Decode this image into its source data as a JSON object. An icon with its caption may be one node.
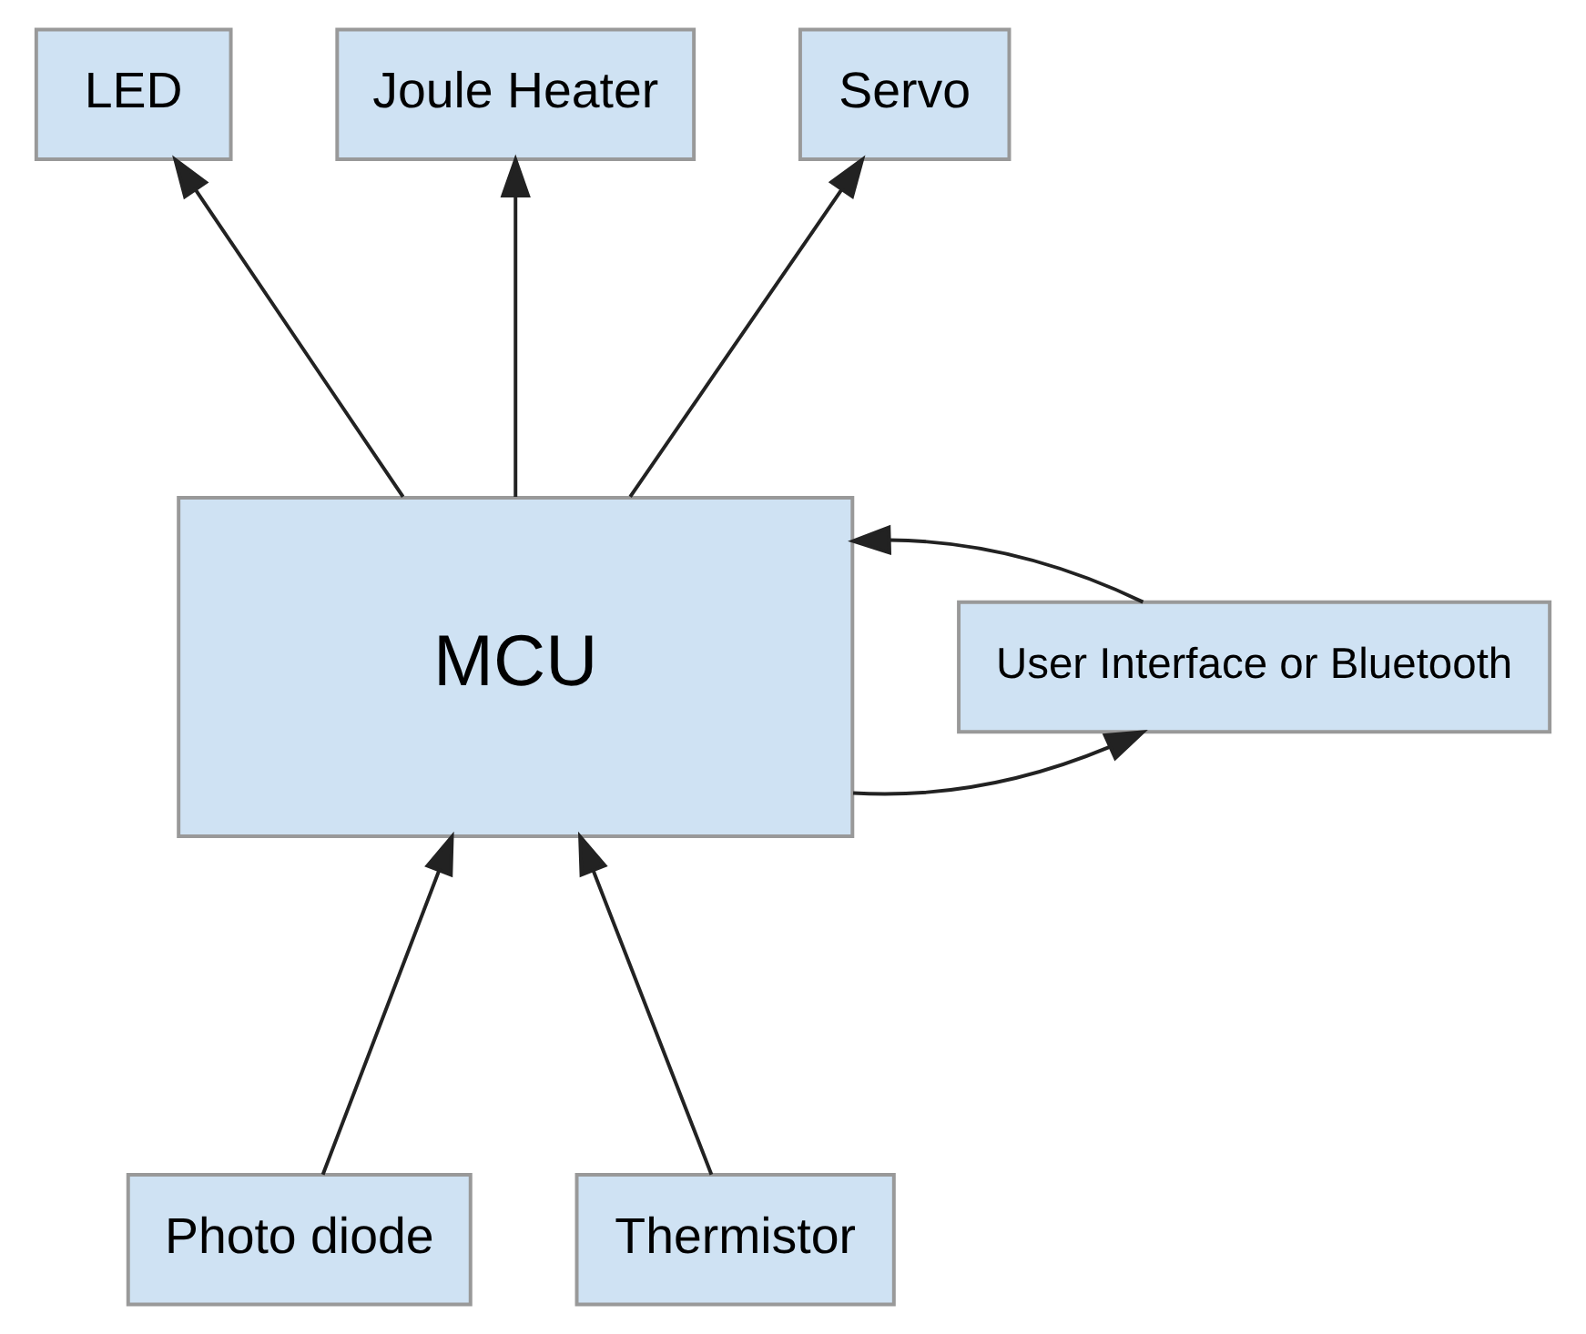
{
  "diagram": {
    "nodes": [
      {
        "text": [
          "LED"
        ]
      },
      {
        "text": [
          "Joule Heater"
        ]
      },
      {
        "text": [
          "Servo"
        ]
      },
      {
        "text": [
          "User Interface or Bluetooth"
        ]
      },
      {
        "text": [
          "MCU"
        ]
      },
      {
        "text": [
          "Photo diode"
        ]
      },
      {
        "text": [
          "Thermistor"
        ]
      }
    ],
    "edges": [
      {
        "from": 4,
        "to": 0,
        "arrow": "to"
      },
      {
        "from": 4,
        "to": 1,
        "arrow": "to"
      },
      {
        "from": 4,
        "to": 2,
        "arrow": "to"
      },
      {
        "from": 3,
        "to": 4,
        "arrow": "to"
      },
      {
        "from": 4,
        "to": 3,
        "arrow": "to"
      },
      {
        "from": 5,
        "to": 4,
        "arrow": "to"
      },
      {
        "from": 6,
        "to": 4,
        "arrow": "to"
      }
    ]
  }
}
